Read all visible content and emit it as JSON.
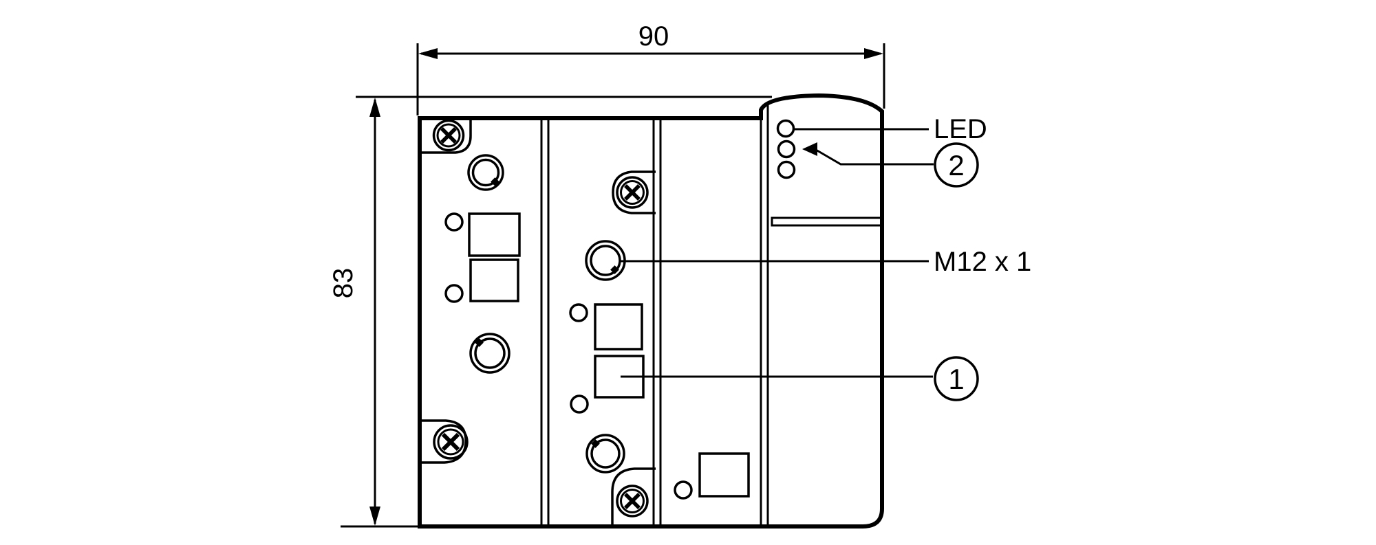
{
  "drawing": {
    "dimensions": {
      "width": {
        "label": "90"
      },
      "height": {
        "label": "83"
      }
    },
    "callouts": {
      "led": {
        "label": "LED"
      },
      "item2": {
        "label": "2"
      },
      "thread": {
        "label": "M12 x 1"
      },
      "item1": {
        "label": "1"
      }
    },
    "colors": {
      "ink": "#000000",
      "background": "#ffffff"
    },
    "icons": [
      "screw-icon",
      "m12-socket-icon",
      "led-indicator-icon",
      "dimension-arrow-icon"
    ]
  }
}
